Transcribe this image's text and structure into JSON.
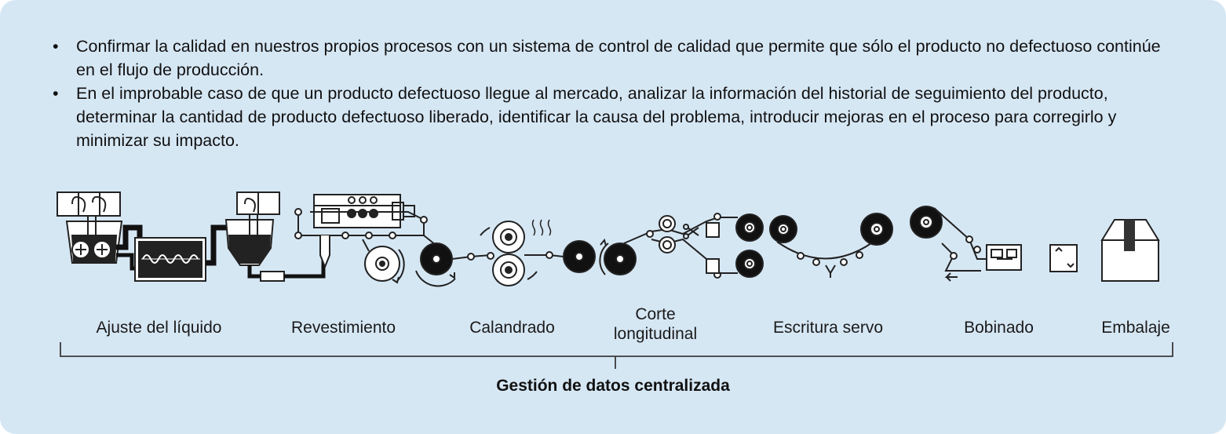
{
  "bullets": [
    "Confirmar la calidad en nuestros propios procesos con un sistema de control de calidad que permite que sólo el producto no defectuoso continúe en el flujo de producción.",
    "En el improbable caso de que un producto defectuoso llegue al mercado, analizar la información del historial de seguimiento del producto, determinar la cantidad de producto defectuoso liberado, identificar la causa del problema, introducir mejoras en el proceso para corregirlo y minimizar su impacto."
  ],
  "bullet_marker": "•",
  "stages": [
    {
      "label": "Ajuste del líquido"
    },
    {
      "label": "Revestimiento"
    },
    {
      "label": "Calandrado"
    },
    {
      "label_line1": "Corte",
      "label_line2": "longitudinal"
    },
    {
      "label": "Escritura servo"
    },
    {
      "label": "Bobinado"
    },
    {
      "label": "Embalaje"
    }
  ],
  "footer": "Gestión de datos centralizada",
  "colors": {
    "panel": "#d6e7f4",
    "ink": "#111111",
    "line": "#3a3a3a"
  }
}
